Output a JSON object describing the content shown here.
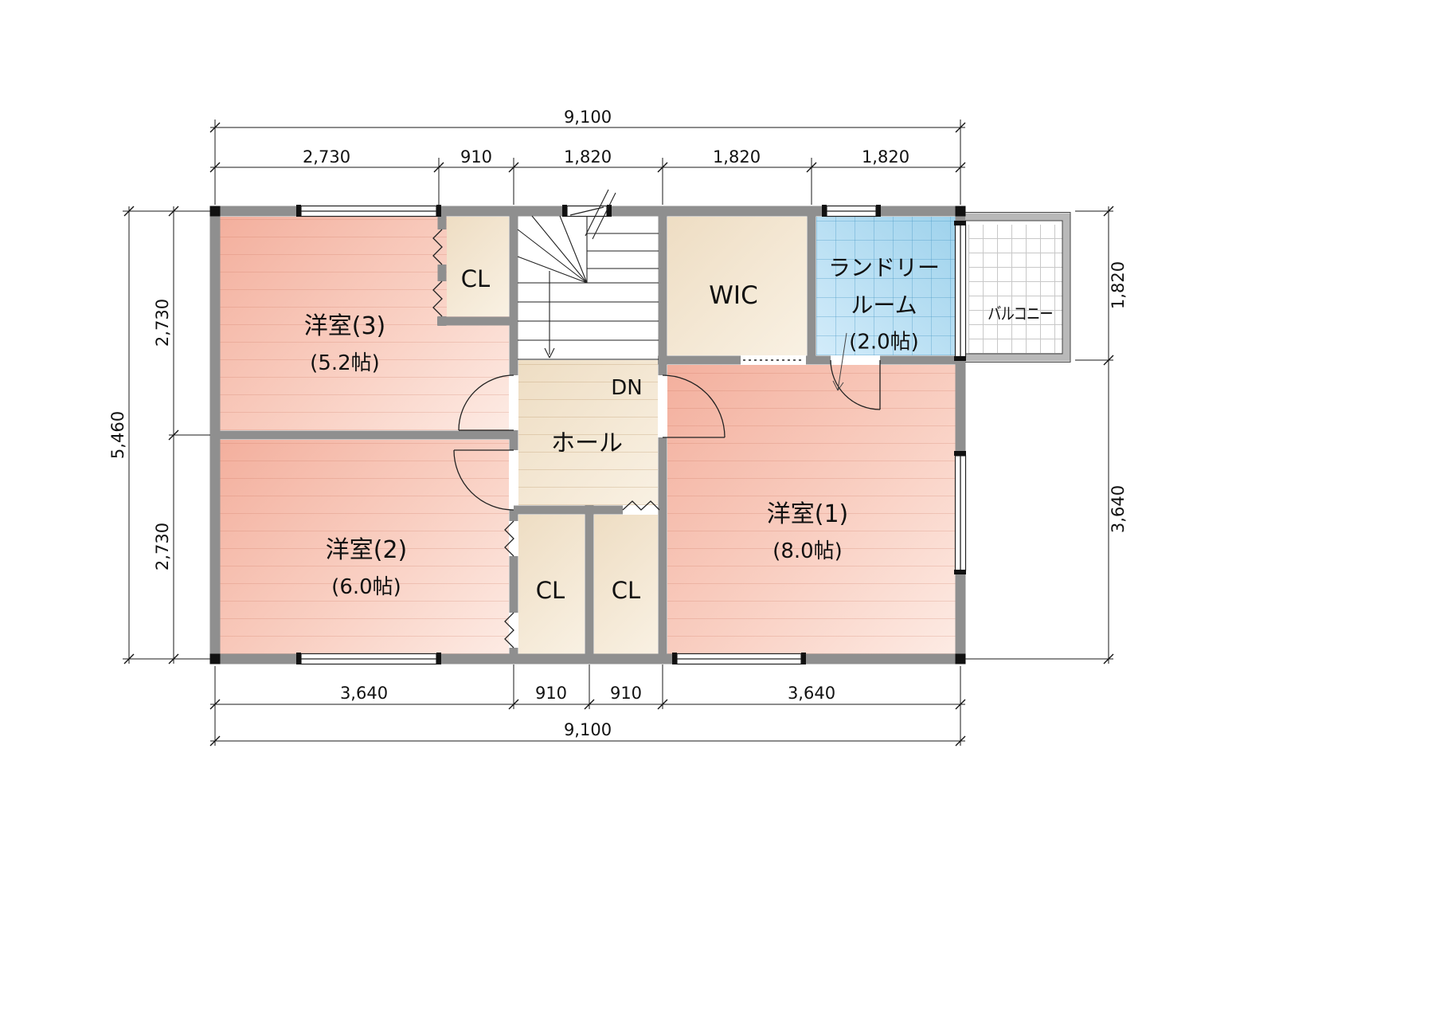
{
  "plan": {
    "rooms": {
      "room3": {
        "name": "洋室(3)",
        "area": "(5.2帖)"
      },
      "room2": {
        "name": "洋室(2)",
        "area": "(6.0帖)"
      },
      "room1": {
        "name": "洋室(1)",
        "area": "(8.0帖)"
      },
      "hall": {
        "name": "ホール"
      },
      "wic": {
        "name": "WIC"
      },
      "laundry": {
        "line1": "ランドリー",
        "line2": "ルーム",
        "area": "(2.0帖)"
      },
      "balcony": {
        "name": "バルコニー"
      },
      "closet_top": {
        "name": "CL"
      },
      "closet_bottom_left": {
        "name": "CL"
      },
      "closet_bottom_right": {
        "name": "CL"
      },
      "stairs": {
        "down_label": "DN"
      }
    },
    "dimensions": {
      "top_total": "9,100",
      "top_segments": [
        "2,730",
        "910",
        "1,820",
        "1,820",
        "1,820"
      ],
      "bottom_segments": [
        "3,640",
        "910",
        "910",
        "3,640"
      ],
      "bottom_total": "9,100",
      "left_total": "5,460",
      "left_segments": [
        "2,730",
        "2,730"
      ],
      "right_segments": [
        "1,820",
        "3,640"
      ]
    }
  },
  "colors": {
    "wall": "#8f8f8f",
    "room-pink-dark": "#f3af9d",
    "room-pink-light": "#fdebe4",
    "floor-cream-dark": "#eeddc3",
    "floor-cream-light": "#f9f1e3",
    "laundry-blue-dark": "#9ed2ec",
    "laundry-blue-light": "#d3ecfa",
    "line-dark": "#222222"
  }
}
